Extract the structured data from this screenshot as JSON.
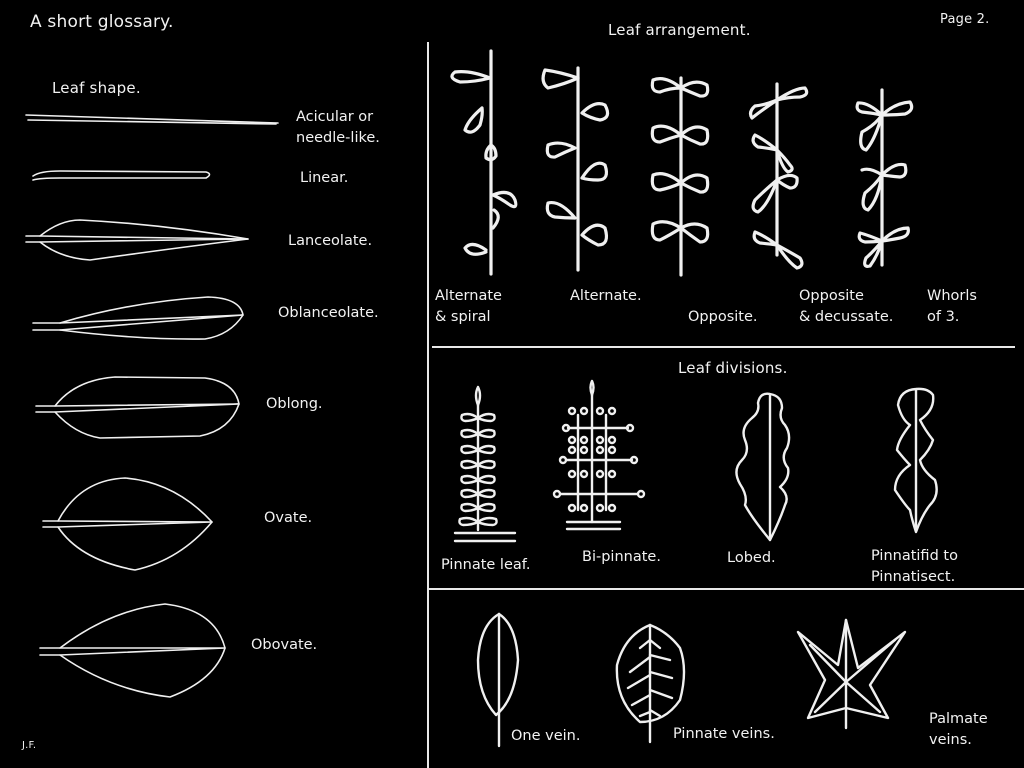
{
  "title": "A short glossary.",
  "page": "Page 2.",
  "author": "J.F.",
  "leaf_shape": {
    "heading": "Leaf shape.",
    "items": [
      {
        "label": "Acicular or\nneedle-like."
      },
      {
        "label": "Linear."
      },
      {
        "label": "Lanceolate."
      },
      {
        "label": "Oblanceolate."
      },
      {
        "label": "Oblong."
      },
      {
        "label": "Ovate."
      },
      {
        "label": "Obovate."
      }
    ]
  },
  "leaf_arrangement": {
    "heading": "Leaf arrangement.",
    "items": [
      {
        "label": "Alternate\n& spiral"
      },
      {
        "label": "Alternate."
      },
      {
        "label": "Opposite."
      },
      {
        "label": "Opposite\n& decussate."
      },
      {
        "label": "Whorls\nof 3."
      }
    ]
  },
  "leaf_divisions": {
    "heading": "Leaf divisions.",
    "items": [
      {
        "label": "Pinnate leaf."
      },
      {
        "label": "Bi-pinnate."
      },
      {
        "label": "Lobed."
      },
      {
        "label": "Pinnatifid to\nPinnatisect."
      }
    ]
  },
  "venation": {
    "items": [
      {
        "label": "One vein."
      },
      {
        "label": "Pinnate veins."
      },
      {
        "label": "Palmate\nveins."
      }
    ]
  },
  "colors": {
    "background": "#000000",
    "ink": "#f2f2f2"
  }
}
